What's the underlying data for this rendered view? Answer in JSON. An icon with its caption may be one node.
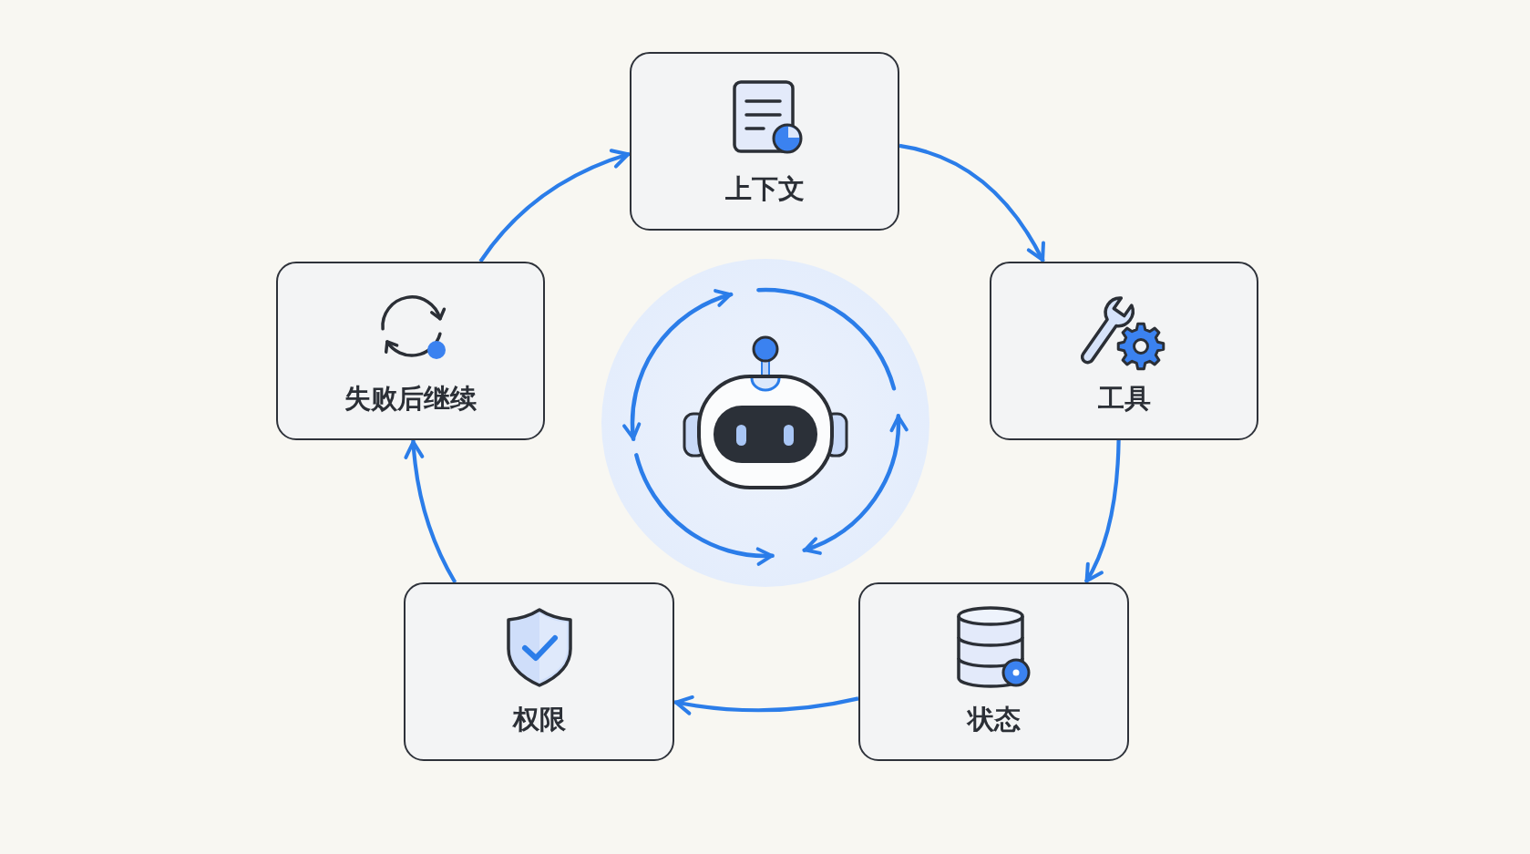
{
  "diagram": {
    "nodes": [
      {
        "text": [
          "上下文"
        ]
      },
      {
        "text": [
          "工具"
        ]
      },
      {
        "text": [
          "状态"
        ]
      },
      {
        "text": [
          "权限"
        ]
      },
      {
        "text": [
          "失败后继续"
        ]
      }
    ],
    "edges": [
      {
        "from": 0,
        "to": 1,
        "arrow": "to"
      },
      {
        "from": 1,
        "to": 2,
        "arrow": "to"
      },
      {
        "from": 2,
        "to": 3,
        "arrow": "to"
      },
      {
        "from": 3,
        "to": 4,
        "arrow": "to"
      },
      {
        "from": 4,
        "to": 0,
        "arrow": "to"
      }
    ]
  }
}
